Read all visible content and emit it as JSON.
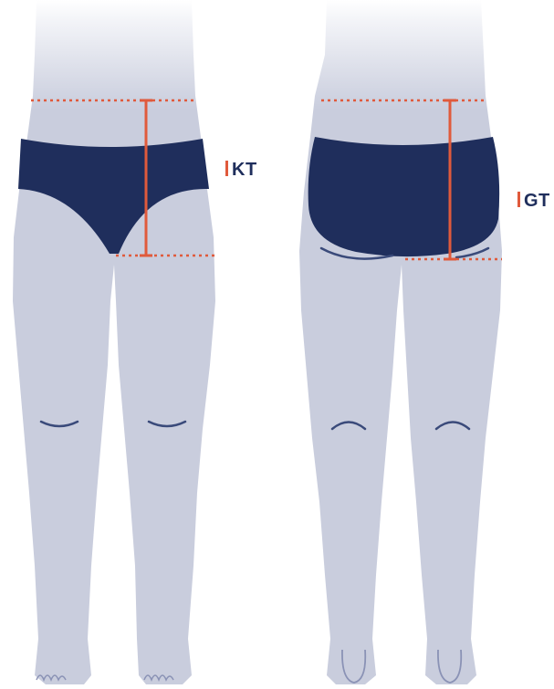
{
  "colors": {
    "skin": "#c9cddd",
    "skin_fade_top": "#ffffff",
    "brief": "#1f2e5c",
    "measure": "#e05a3c",
    "label_text": "#1f2e5c",
    "contour": "#3a4a7a",
    "toe_outline": "#8a92b5"
  },
  "labels": {
    "front": "KT",
    "back": "GT"
  },
  "figures": {
    "front": "front-view",
    "back": "back-view"
  }
}
